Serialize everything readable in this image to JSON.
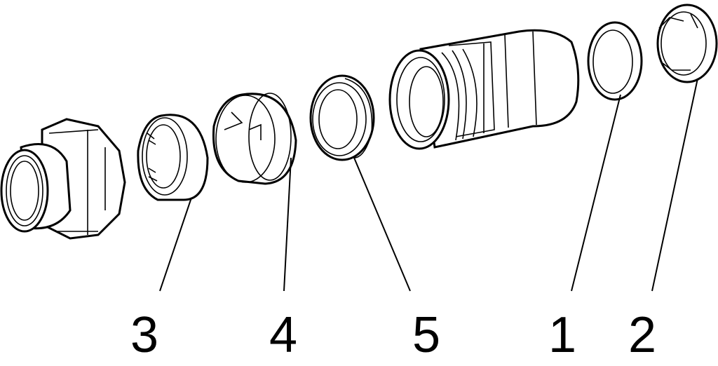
{
  "labels": {
    "part_3": "3",
    "part_4": "4",
    "part_5": "5",
    "part_1": "1",
    "part_2": "2"
  },
  "colors": {
    "line": "#000000",
    "background": "#ffffff"
  }
}
